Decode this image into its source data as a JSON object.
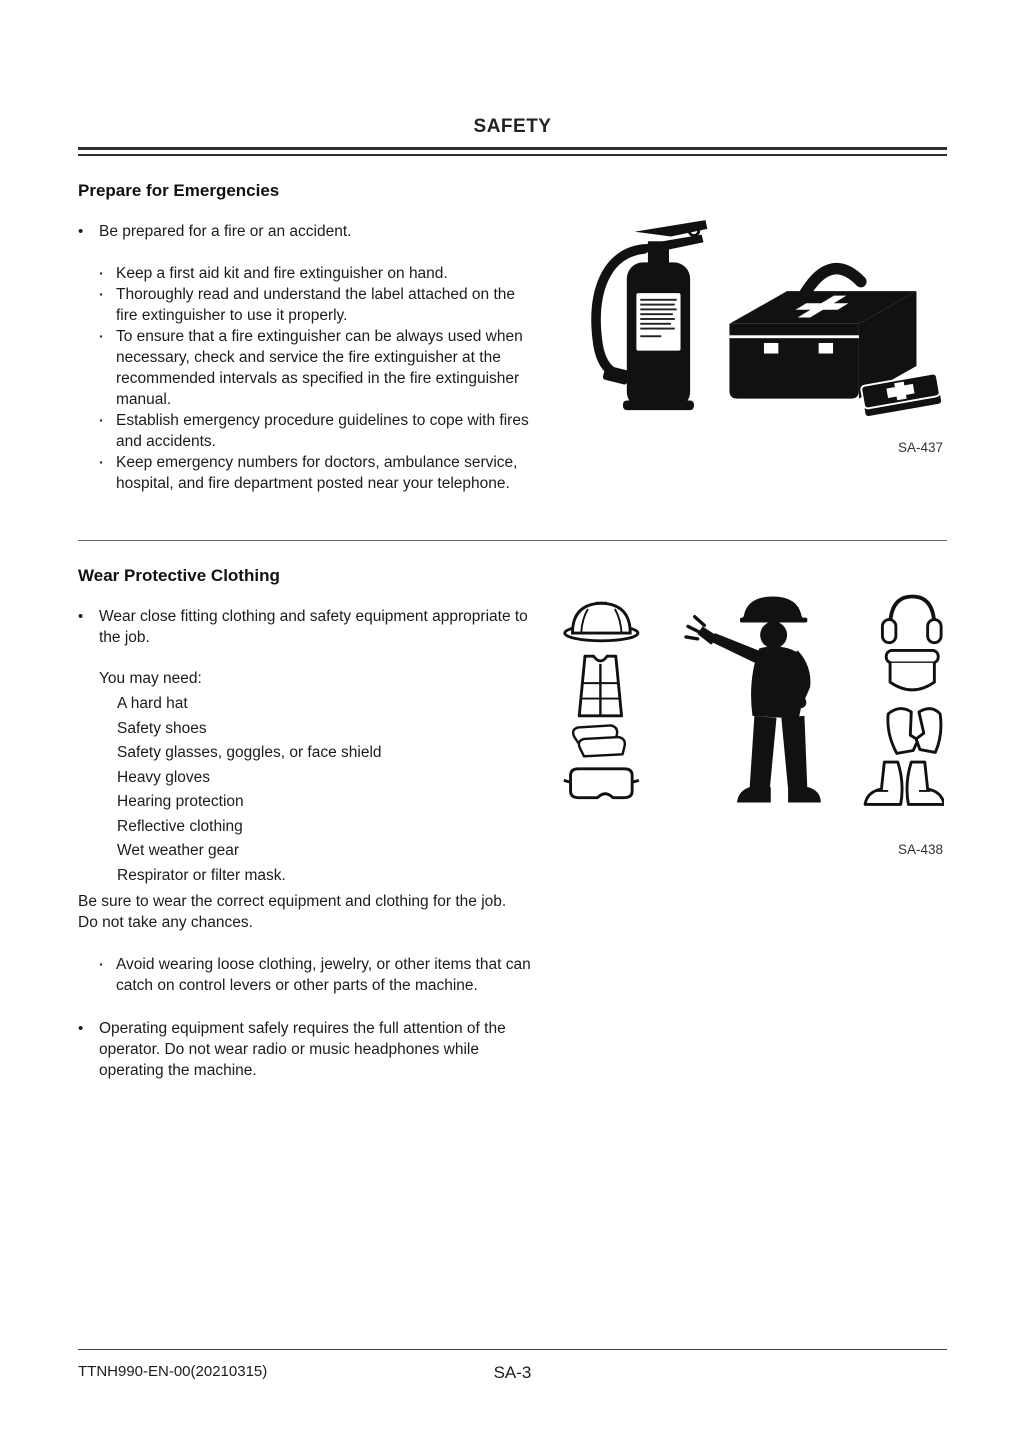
{
  "header": {
    "title": "SAFETY"
  },
  "glyphs": {
    "bullet": "•",
    "dot": "·"
  },
  "section1": {
    "title": "Prepare for Emergencies",
    "bullet1": "Be prepared for a fire or an accident.",
    "sub_bullets": [
      "Keep a first aid kit and fire extinguisher on hand.",
      "Thoroughly read and understand the label attached on the fire extinguisher to use it properly.",
      "To ensure that a fire extinguisher can be always used when necessary, check and service the fire extinguisher at the recommended intervals as specified in the fire extinguisher manual.",
      "Establish emergency procedure guidelines to cope with fires and accidents.",
      "Keep emergency numbers for doctors, ambulance service, hospital, and fire department posted near your telephone."
    ],
    "figure": {
      "label": "SA-437",
      "items": [
        "fire-extinguisher",
        "first-aid-kit",
        "first-aid-pouch"
      ]
    }
  },
  "section2": {
    "title": "Wear Protective Clothing",
    "bullet1": "Wear close fitting clothing and safety equipment appropriate to the job.",
    "need_intro": "You may need:",
    "need_items": [
      "A hard hat",
      "Safety shoes",
      "Safety glasses, goggles, or face shield",
      "Heavy gloves",
      "Hearing protection",
      "Reflective clothing",
      "Wet weather gear",
      "Respirator or filter mask."
    ],
    "be_sure": "Be sure to wear the correct equipment and clothing for the job. Do not take any chances.",
    "sub_bullet": "Avoid wearing loose clothing, jewelry, or other items that can catch on control levers or other parts of the machine.",
    "bullet2": "Operating equipment safely requires the full attention of the operator. Do not wear radio or music headphones while operating the machine.",
    "figure": {
      "label": "SA-438",
      "items": [
        "hard-hat",
        "safety-vest",
        "work-gloves",
        "goggles",
        "worker",
        "earmuffs",
        "face-shield",
        "gloves-pair",
        "safety-boots"
      ]
    }
  },
  "footer": {
    "doc_number": "TTNH990-EN-00(20210315)",
    "page_number": "SA-3"
  }
}
